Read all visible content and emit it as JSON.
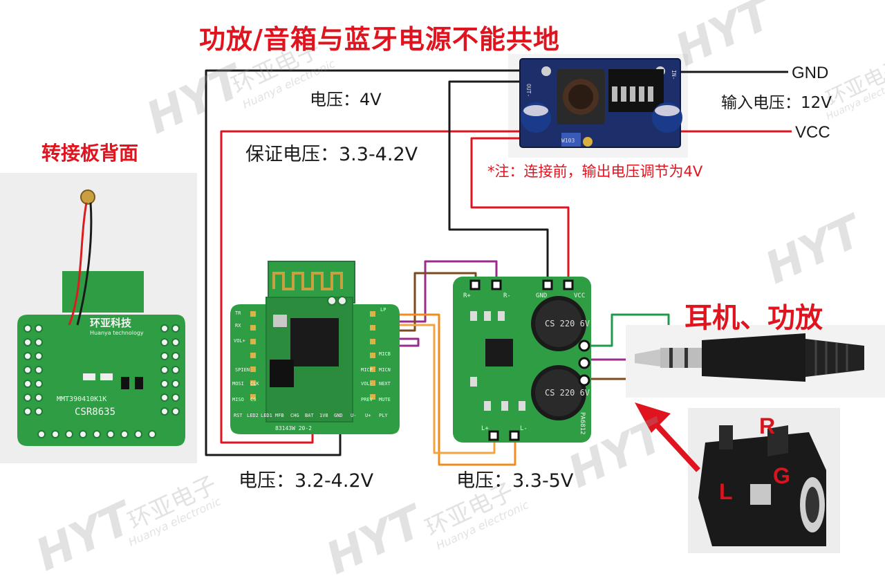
{
  "labels": {
    "title": "功放/音箱与蓝牙电源不能共地",
    "backside": "转接板背面",
    "earphone_amp": "耳机、功放",
    "note": "*注：连接前，输出电压调节为4V",
    "voltage_4v": "电压：4V",
    "guarantee_voltage": "保证电压：3.3-4.2V",
    "voltage_32_42": "电压：3.2-4.2V",
    "voltage_33_5": "电压：3.3-5V",
    "gnd": "GND",
    "input_voltage": "输入电压：12V",
    "vcc": "VCC"
  },
  "jack_labels": {
    "r": "R",
    "g": "G",
    "l": "L"
  },
  "board_text": {
    "adapter_brand": "环亚科技",
    "adapter_brand_en": "Huanya technology",
    "adapter_model": "CSR8635",
    "adapter_sub": "MMT390410K1K",
    "bt_code": "83143W 20-2",
    "bt_pins_bottom": [
      "RST",
      "LED2",
      "LED1",
      "MFB",
      "CHG",
      "BAT",
      "1V8",
      "GND",
      "U-",
      "U+",
      "PLY"
    ],
    "bt_pins_left": [
      "TR",
      "RX",
      "VOL+",
      "SPIEN",
      "MOSI",
      "CLK",
      "MISO",
      "CS"
    ],
    "bt_pins_right": [
      "LP",
      "MICB",
      "MICP",
      "MICN",
      "VOL-",
      "NEXT",
      "PREV",
      "MUTE"
    ],
    "amp_top": [
      "R+",
      "R-",
      "GND",
      "VCC"
    ],
    "amp_bottom": [
      "L+",
      "L-"
    ],
    "amp_cap": "CS 220 6V",
    "amp_model": "PA6812",
    "dcdc_out": "OUT-",
    "dcdc_in": "IN-",
    "dcdc_pot": "W103"
  },
  "watermark": {
    "logo": "HYT",
    "cn": "环亚电子",
    "en": "Huanya electronic"
  },
  "colors": {
    "title_red": "#e0141e",
    "pcb_green": "#2e9d44",
    "pcb_dark": "#1f7a33",
    "dcdc_blue": "#1c2f6b",
    "wire_black": "#1a1a1a",
    "wire_red": "#e0141e",
    "wire_purple": "#9b2a8c",
    "wire_brown": "#7a4a1e",
    "wire_orange": "#f08c1e",
    "wire_green": "#1f9a4a",
    "arrow_red": "#e0141e"
  }
}
